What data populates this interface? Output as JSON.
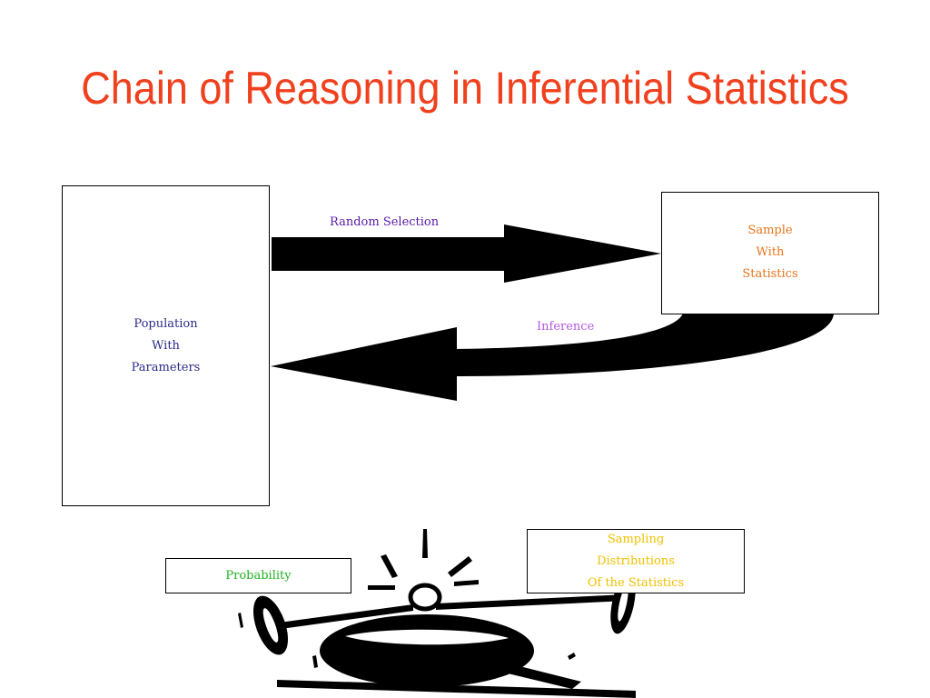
{
  "slide": {
    "title": "Chain of Reasoning in Inferential Statistics",
    "title_color": "#f0401e"
  },
  "population": {
    "lines": [
      "Population",
      "With",
      "Parameters"
    ],
    "color": "#2a2a88"
  },
  "sample": {
    "lines": [
      "Sample",
      "With",
      "Statistics"
    ],
    "color": "#e8741a"
  },
  "arrows": {
    "random_selection": "Random Selection",
    "random_color": "#5a1aa8",
    "inference": "Inference",
    "inference_color": "#b35ae0"
  },
  "probability": {
    "label": "Probability",
    "color": "#22b022"
  },
  "sampling_distributions": {
    "lines": [
      "Sampling",
      "Distributions",
      "Of the Statistics"
    ],
    "color": "#f0c000"
  },
  "clipart": {
    "icon": "weightlifter-icon"
  }
}
